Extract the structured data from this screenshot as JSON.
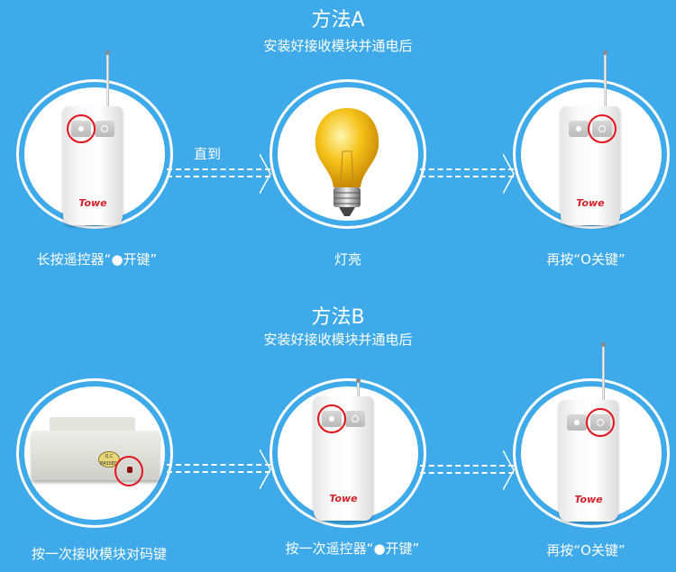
{
  "method_a": {
    "title": "方法A",
    "subtitle": "安装好接收模块并通电后",
    "arrow_label": "直到",
    "steps": [
      {
        "caption": "长按遥控器“●开键”",
        "logo": "Towe"
      },
      {
        "caption": "灯亮"
      },
      {
        "caption": "再按“O关键”",
        "logo": "Towe"
      }
    ]
  },
  "method_b": {
    "title": "方法B",
    "subtitle": "安装好接收模块并通电后",
    "steps": [
      {
        "caption": "按一次接收模块对码键",
        "module_label": "Q.C PASSED"
      },
      {
        "caption": "按一次遥控器“●开键”",
        "logo": "Towe"
      },
      {
        "caption": "再按“O关键”",
        "logo": "Towe"
      }
    ]
  },
  "colors": {
    "background": "#3eaaea",
    "highlight": "#e3141b",
    "logo": "#d4212a"
  }
}
